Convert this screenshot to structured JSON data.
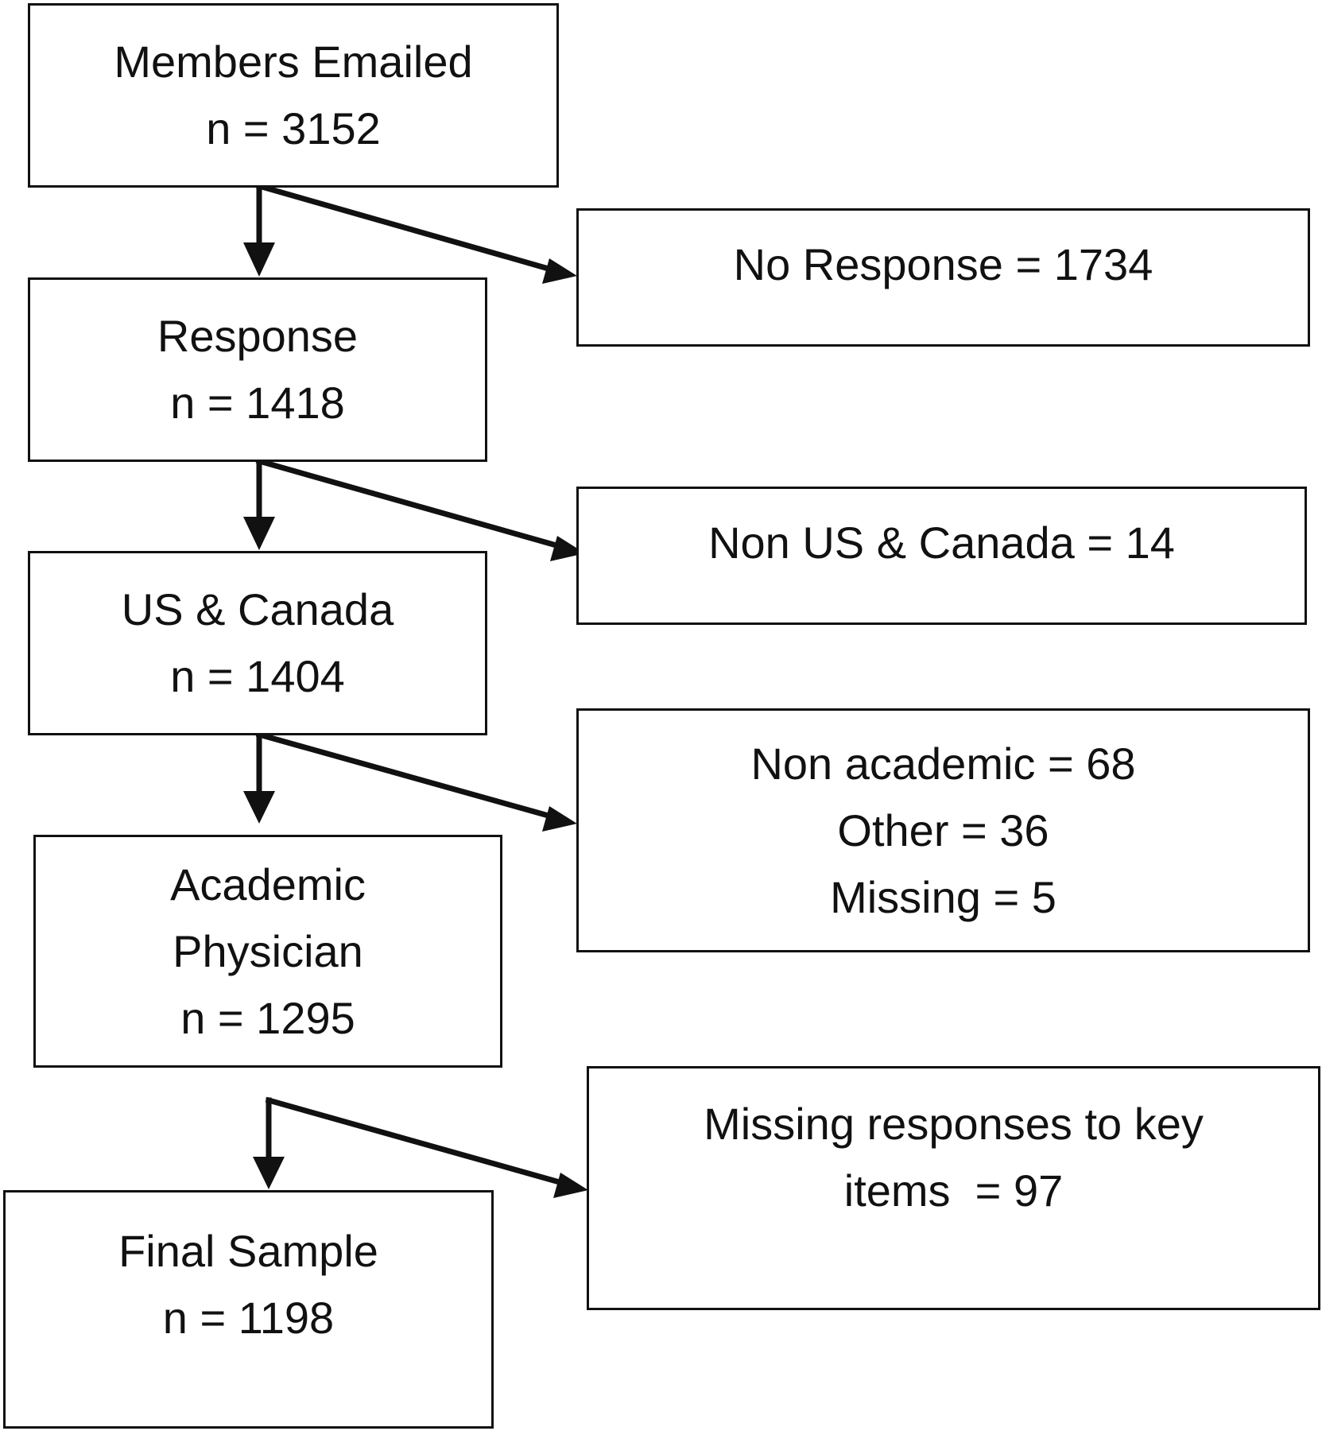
{
  "flow": {
    "members_emailed": {
      "label": "Members Emailed",
      "n": "n = 3152"
    },
    "no_response": {
      "label": "No Response = 1734"
    },
    "response": {
      "label": "Response",
      "n": "n = 1418"
    },
    "non_us_canada": {
      "label": "Non US & Canada = 14"
    },
    "us_canada": {
      "label": "US & Canada",
      "n": "n = 1404"
    },
    "excluded": {
      "non_academic": "Non academic = 68",
      "other": "Other = 36",
      "missing": "Missing = 5"
    },
    "academic_physician": {
      "label_line1": "Academic",
      "label_line2": "Physician",
      "n": "n = 1295"
    },
    "missing_responses": {
      "label_line1": "Missing responses to key",
      "label_line2": "items  = 97"
    },
    "final_sample": {
      "label": "Final Sample",
      "n": "n = 1198"
    }
  }
}
